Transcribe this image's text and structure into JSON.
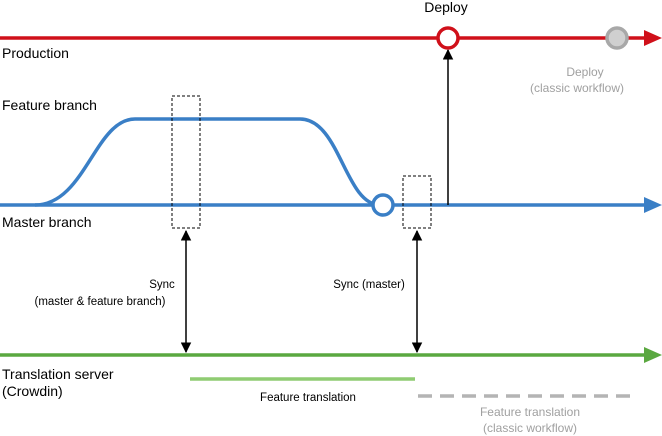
{
  "colors": {
    "production": "#d0101a",
    "master": "#3a7fc6",
    "translation": "#5aa840",
    "feature_translation": "#8fcc72",
    "classic": "#b4b4b4",
    "classic_node_fill": "#d0d0d0",
    "sync_arrow": "#000000"
  },
  "labels": {
    "deploy": "Deploy",
    "production": "Production",
    "deploy_classic_1": "Deploy",
    "deploy_classic_2": "(classic workflow)",
    "feature_branch": "Feature branch",
    "master_branch": "Master branch",
    "sync_feature_1": "Sync",
    "sync_feature_2": "(master & feature branch)",
    "sync_master": "Sync (master)",
    "translation_server_1": "Translation server",
    "translation_server_2": "(Crowdin)",
    "feature_translation": "Feature translation",
    "feature_translation_classic_1": "Feature translation",
    "feature_translation_classic_2": "(classic workflow)"
  },
  "icons": {
    "arrowhead": "arrowhead-icon",
    "node": "commit-node-icon"
  }
}
